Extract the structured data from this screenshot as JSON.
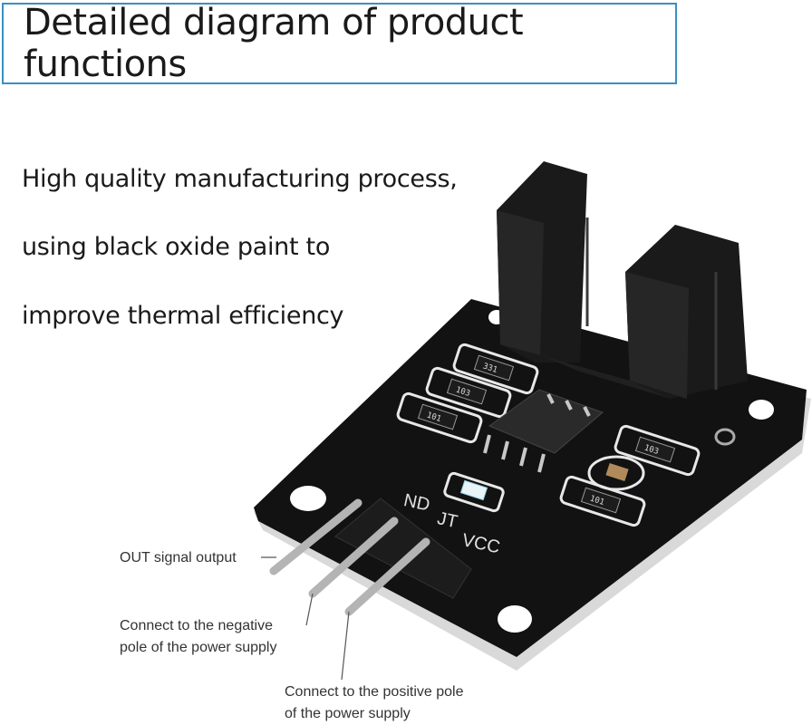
{
  "title": "Detailed diagram of product functions",
  "description_lines": [
    "High quality manufacturing process,",
    "using black oxide paint to",
    "improve thermal efficiency"
  ],
  "pin_labels": [
    "ND",
    "JT",
    "VCC"
  ],
  "resistor_labels": [
    "331",
    "103",
    "101",
    "103",
    "101"
  ],
  "callouts": {
    "out": "OUT signal output",
    "negative": [
      "Connect to the negative",
      "pole of the power supply"
    ],
    "positive": [
      "Connect to the positive pole",
      "of the power supply"
    ]
  },
  "colors": {
    "title_border": "#3a8fc2",
    "board": "#111111",
    "pcb_edge": "#d8d8d8",
    "pins": "#b8b8b8"
  }
}
